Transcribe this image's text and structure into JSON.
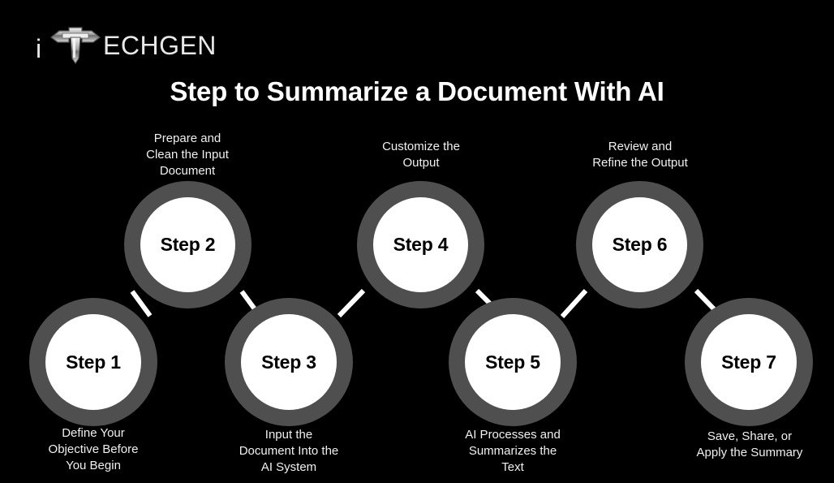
{
  "background_color": "#000000",
  "brand": {
    "logo_text": "ECHGEN",
    "logo_prefix": "i",
    "logo_mark_icon": "itechgen-t-logo-icon",
    "logo_full_text": "iTECHGEN",
    "logo_color": "#e8e8e8"
  },
  "header": {
    "title": "Step to Summarize a Document With AI",
    "title_color": "#ffffff"
  },
  "diagram": {
    "ring_color": "#4f4f4f",
    "node_fill_color": "#ffffff",
    "node_text_color": "#000000",
    "connector_color": "#ffffff",
    "caption_color": "#f0f0f0",
    "steps": [
      {
        "id": "step-1",
        "label": "Step 1",
        "caption": "Define Your\nObjective Before\nYou Begin",
        "row": "bottom"
      },
      {
        "id": "step-2",
        "label": "Step 2",
        "caption": "Prepare and\nClean the Input\nDocument",
        "row": "top"
      },
      {
        "id": "step-3",
        "label": "Step 3",
        "caption": "Input the\nDocument Into the\nAI System",
        "row": "bottom"
      },
      {
        "id": "step-4",
        "label": "Step 4",
        "caption": "Customize the\nOutput",
        "row": "top"
      },
      {
        "id": "step-5",
        "label": "Step 5",
        "caption": "AI Processes and\nSummarizes the\nText",
        "row": "bottom"
      },
      {
        "id": "step-6",
        "label": "Step 6",
        "caption": "Review and\nRefine the Output",
        "row": "top"
      },
      {
        "id": "step-7",
        "label": "Step 7",
        "caption": "Save, Share, or\nApply the Summary",
        "row": "bottom"
      }
    ]
  }
}
